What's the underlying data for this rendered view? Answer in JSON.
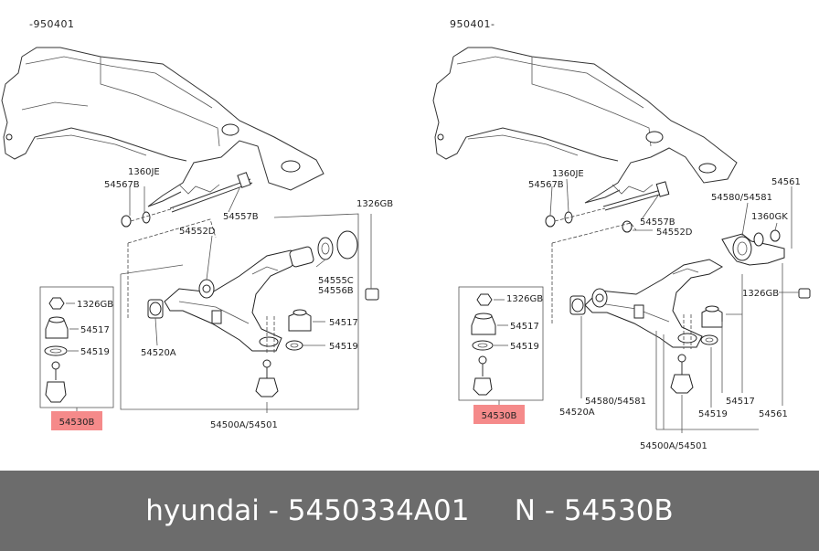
{
  "left_diagram": {
    "period": "-950401",
    "labels": {
      "l1360je": "1360JE",
      "l54567b": "54567B",
      "l54557b": "54557B",
      "l54552d": "54552D",
      "l1326gb_top": "1326GB",
      "l54555c": "54555C",
      "l54556b": "54556B",
      "l1326gb_box": "1326GB",
      "l54517_box": "54517",
      "l54519_box": "54519",
      "l54517_arm": "54517",
      "l54519_arm": "54519",
      "l54520a": "54520A",
      "l54500a": "54500A/54501",
      "l54530b": "54530B"
    }
  },
  "right_diagram": {
    "period": "950401-",
    "labels": {
      "l1360je": "1360JE",
      "l54567b": "54567B",
      "l54557b": "54557B",
      "l54552d": "54552D",
      "l54561_top": "54561",
      "l54580_top": "54580/54581",
      "l1360gk": "1360GK",
      "l1326gb_arm": "1326GB",
      "l1326gb_box": "1326GB",
      "l54517_box": "54517",
      "l54519_box": "54519",
      "l54580_bot": "54580/54581",
      "l54520a": "54520A",
      "l54517_bot": "54517",
      "l54519_bot": "54519",
      "l54561_bot": "54561",
      "l54500a": "54500A/54501",
      "l54530b": "54530B"
    }
  },
  "highlight_color": "#f58a8a",
  "footer": {
    "text": "hyundai - 5450334A01     N - 54530B",
    "background": "#6c6c6c",
    "text_color": "#ffffff"
  }
}
